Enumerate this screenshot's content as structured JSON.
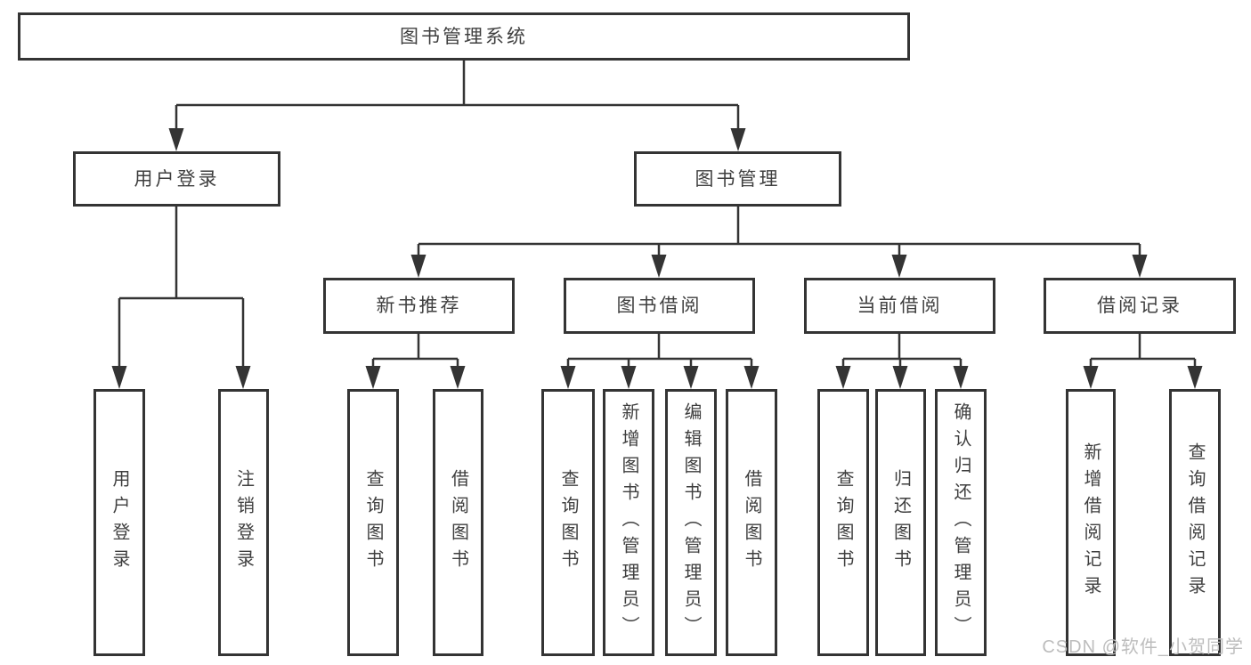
{
  "diagram": {
    "root": {
      "label": "图书管理系统"
    },
    "branches": [
      {
        "label": "用户登录"
      },
      {
        "label": "图书管理"
      }
    ],
    "modules": [
      {
        "label": "新书推荐"
      },
      {
        "label": "图书借阅"
      },
      {
        "label": "当前借阅"
      },
      {
        "label": "借阅记录"
      }
    ],
    "functions": [
      {
        "label": "用户登录"
      },
      {
        "label": "注销登录"
      },
      {
        "label": "查询图书"
      },
      {
        "label": "借阅图书"
      },
      {
        "label": "查询图书"
      },
      {
        "label": "新增图书（管理员）"
      },
      {
        "label": "编辑图书（管理员）"
      },
      {
        "label": "借阅图书"
      },
      {
        "label": "查询图书"
      },
      {
        "label": "归还图书"
      },
      {
        "label": "确认归还（管理员）"
      },
      {
        "label": "新增借阅记录"
      },
      {
        "label": "查询借阅记录"
      }
    ],
    "line_color": "#343434"
  },
  "watermark": {
    "text": "CSDN @软件_小贺同学",
    "color": "#bdbdbd"
  }
}
